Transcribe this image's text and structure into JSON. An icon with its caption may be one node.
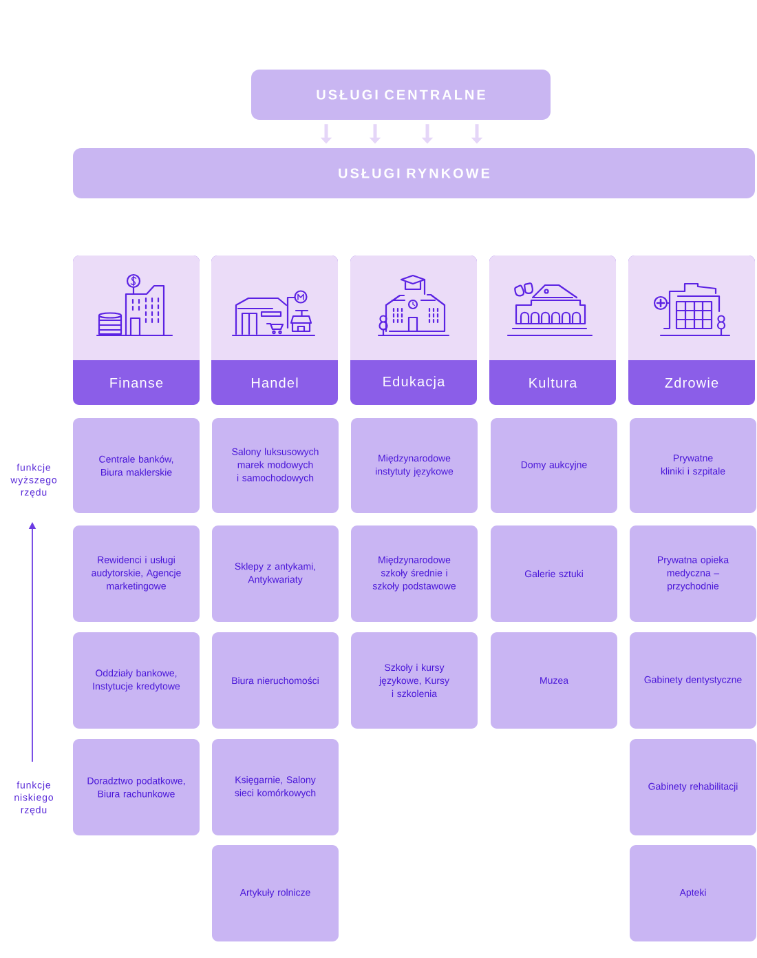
{
  "diagram": {
    "nodes": [
      {
        "text": [
          "USŁUGI CENTRALNE"
        ]
      },
      {
        "text": [
          "USŁUGI RYNKOWE"
        ]
      },
      {
        "text": [
          "Finanse"
        ]
      },
      {
        "text": [
          "Handel"
        ]
      },
      {
        "text": [
          "Edukacja"
        ]
      },
      {
        "text": [
          "Kultura"
        ]
      },
      {
        "text": [
          "Zdrowie"
        ]
      },
      {
        "text": [
          "Centrale banków, Biura maklerskie"
        ]
      },
      {
        "text": [
          "Salony luksusowych marek modowych i samochodowych"
        ]
      },
      {
        "text": [
          "Międzynarodowe instytuty językowe"
        ]
      },
      {
        "text": [
          "Domy aukcyjne"
        ]
      },
      {
        "text": [
          "Prywatne kliniki i szpitale"
        ]
      },
      {
        "text": [
          "Rewidenci i usługi audytorskie, Agencje marketingowe"
        ]
      },
      {
        "text": [
          "Sklepy z antykami, Antykwariaty"
        ]
      },
      {
        "text": [
          "Międzynarodowe szkoły średnie i szkoły podstawowe"
        ]
      },
      {
        "text": [
          "Galerie sztuki"
        ]
      },
      {
        "text": [
          "Prywatna opieka medyczna – przychodnie"
        ]
      },
      {
        "text": [
          "Oddziały bankowe, Instytucje kredytowe"
        ]
      },
      {
        "text": [
          "Biura nieruchomości"
        ]
      },
      {
        "text": [
          "Szkoły i kursy językowe, Kursy i szkolenia"
        ]
      },
      {
        "text": [
          "Muzea"
        ]
      },
      {
        "text": [
          "Gabinety dentystyczne"
        ]
      },
      {
        "text": [
          "Doradztwo podatkowe, Biura rachunkowe"
        ]
      },
      {
        "text": [
          "Księgarnie, Salony sieci komórkowych"
        ]
      },
      {
        "text": [
          "Gabinety rehabilitacji"
        ]
      },
      {
        "text": [
          "Artykuły rolnicze"
        ]
      },
      {
        "text": [
          "Apteki"
        ]
      }
    ],
    "edges": [
      {
        "from": 0,
        "to": 1,
        "arrow": "to"
      },
      {
        "from": 0,
        "to": 1,
        "arrow": "to"
      },
      {
        "from": 0,
        "to": 1,
        "arrow": "to"
      },
      {
        "from": 0,
        "to": 1,
        "arrow": "to"
      }
    ],
    "labels": [
      "funkcje wyższego rzędu",
      "funkcje niskiego rzędu"
    ]
  }
}
